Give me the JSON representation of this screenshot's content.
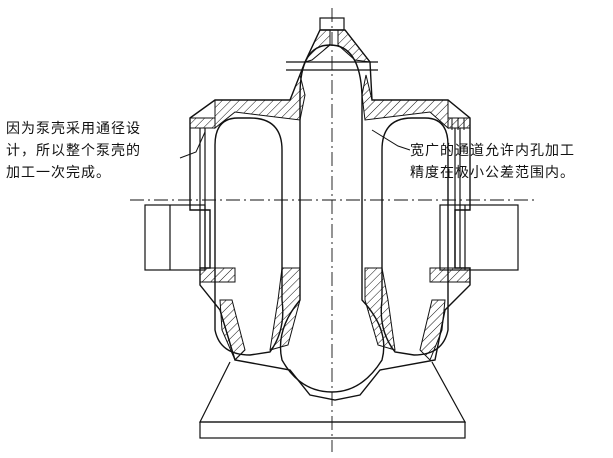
{
  "annotations": {
    "left": {
      "lines": [
        "因为泵壳采用通径设",
        "计，所以整个泵壳的",
        "加工一次完成。"
      ]
    },
    "right": {
      "lines": [
        "宽广的通道允许内孔加工",
        "精度在极小公差范围内。"
      ]
    }
  },
  "colors": {
    "ink": "#111111",
    "background": "#ffffff"
  }
}
